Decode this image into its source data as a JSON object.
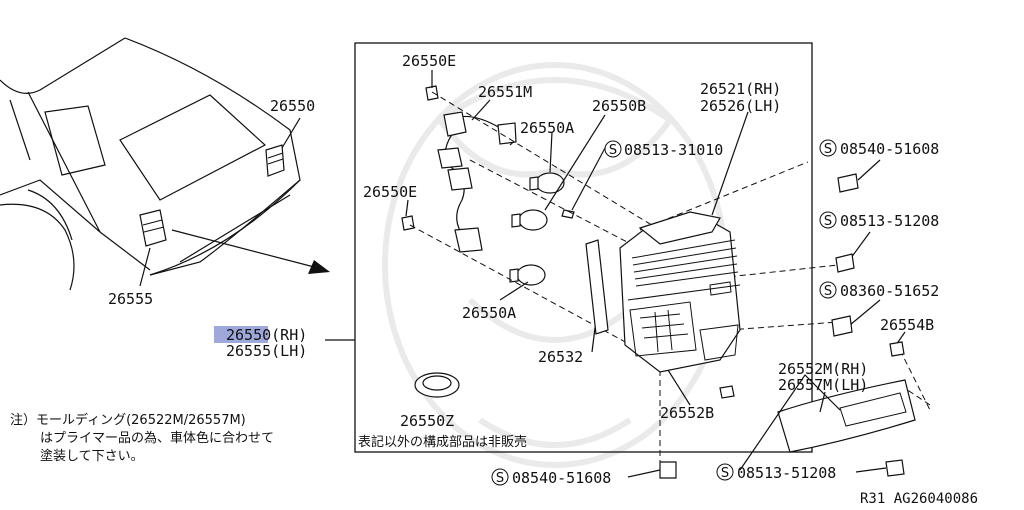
{
  "labels": {
    "car_rh": "26550",
    "car_lh": "26555",
    "socket_top": "26550E",
    "harness": "26551M",
    "bulb_a_top": "26550A",
    "bulb_b": "26550B",
    "screw_center": "08513-31010",
    "lamp_rh": "26521(RH)",
    "lamp_lh": "26526(LH)",
    "socket_mid": "26550E",
    "bulb_a_bottom": "26550A",
    "gasket": "26532",
    "assy_rh_hl": "26550",
    "assy_rh_rest": "(RH)",
    "assy_lh": "26555(LH)",
    "grommet": "26550Z",
    "clip_b": "26552B",
    "bolt_right_1": "08540-51608",
    "bolt_right_2": "08513-51208",
    "bolt_right_3": "08360-51652",
    "clip_right": "26554B",
    "moulding_rh": "26552M(RH)",
    "moulding_lh": "26557M(LH)",
    "bolt_bottom_1": "08540-51608",
    "bolt_bottom_2": "08513-51208",
    "footer": "R31  AG26040086",
    "circle_s": "S"
  },
  "notes": {
    "line1": "注）モールディング(26522M/26557M)",
    "line2": "はプライマー品の為、車体色に合わせて",
    "line3": "塗装して下さい。",
    "box_note": "表記以外の構成部品は非販売"
  },
  "colors": {
    "highlight": "#9fa8da",
    "ink": "#111111"
  }
}
